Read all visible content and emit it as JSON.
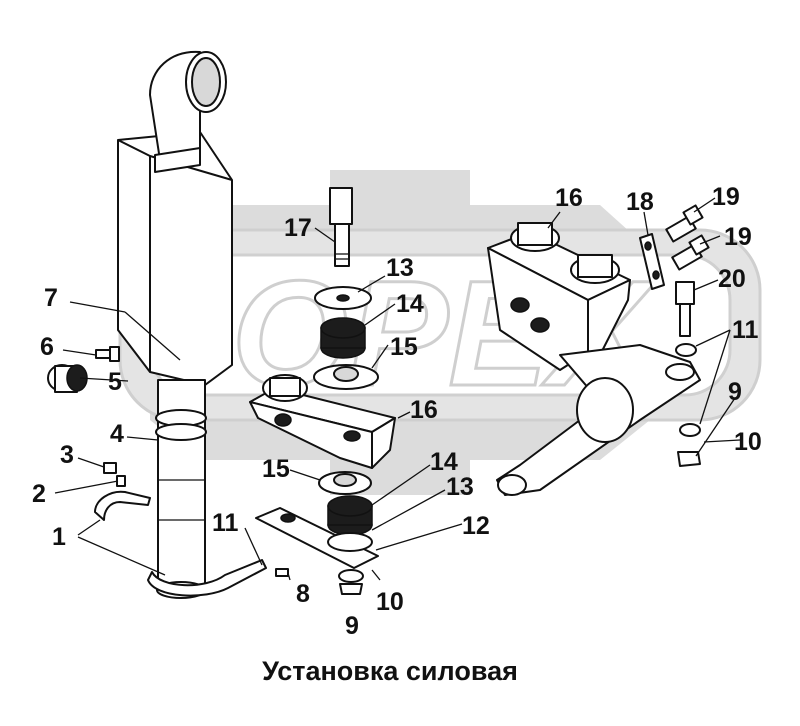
{
  "caption": "Установка силовая",
  "watermark_text": "OPEX",
  "callouts": {
    "c1": "1",
    "c2": "2",
    "c3": "3",
    "c4": "4",
    "c5": "5",
    "c6": "6",
    "c7": "7",
    "c8": "8",
    "c9a": "9",
    "c9b": "9",
    "c10a": "10",
    "c10b": "10",
    "c11a": "11",
    "c11b": "11",
    "c12": "12",
    "c13a": "13",
    "c13b": "13",
    "c14a": "14",
    "c14b": "14",
    "c15a": "15",
    "c15b": "15",
    "c16a": "16",
    "c16b": "16",
    "c17": "17",
    "c18": "18",
    "c19a": "19",
    "c19b": "19",
    "c20": "20"
  },
  "colors": {
    "watermark": "#dcdcdc",
    "line": "#111111",
    "rubber": "#1c1c1c"
  }
}
